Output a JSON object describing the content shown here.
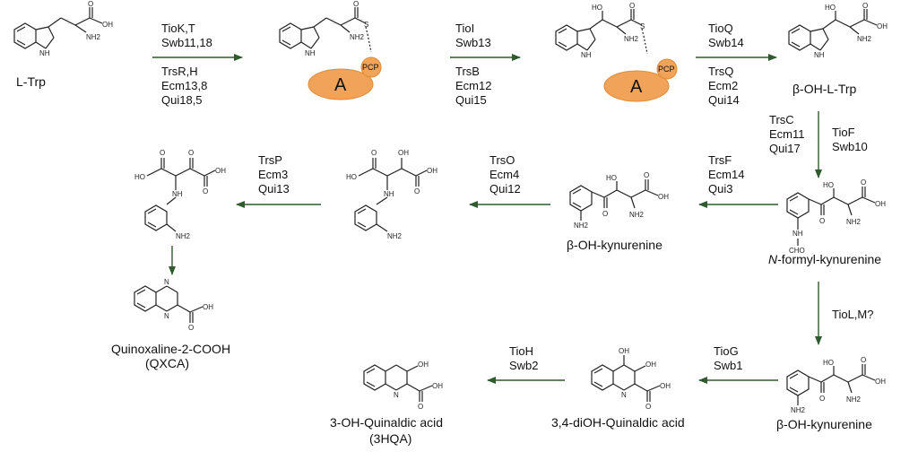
{
  "compounds": {
    "ltrp": "L-Trp",
    "bohltrp": "β-OH-L-Trp",
    "nformyl_italic": "N",
    "nformyl_rest": "-formyl-kynurenine",
    "bohkyn1": "β-OH-kynurenine",
    "bohkyn2": "β-OH-kynurenine",
    "qxca1": "Quinoxaline-2-COOH",
    "qxca2": "(QXCA)",
    "diohqa": "3,4-diOH-Quinaldic acid",
    "hqa1": "3-OH-Quinaldic  acid",
    "hqa2": "(3HQA)"
  },
  "carrier": {
    "domain": "A",
    "pcp": "PCP"
  },
  "atoms": {
    "nh": "NH",
    "h": "H",
    "n": "N",
    "nh2": "NH2",
    "oh": "OH",
    "ho": "HO",
    "o": "O",
    "s": "S",
    "cho": "CHO"
  },
  "enzymes": {
    "s1_top": [
      "TioK,T",
      "Swb11,18"
    ],
    "s1_bot": [
      "TrsR,H",
      "Ecm13,8",
      "Qui18,5"
    ],
    "s2_top": [
      "TioI",
      "Swb13"
    ],
    "s2_bot": [
      "TrsB",
      "Ecm12",
      "Qui15"
    ],
    "s3_top": [
      "TioQ",
      "Swb14"
    ],
    "s3_bot": [
      "TrsQ",
      "Ecm2",
      "Qui14"
    ],
    "s4_left": [
      "TrsC",
      "Ecm11",
      "Qui17"
    ],
    "s4_right": [
      "TioF",
      "Swb10"
    ],
    "s5": [
      "TrsF",
      "Ecm14",
      "Qui3"
    ],
    "s6": [
      "TrsO",
      "Ecm4",
      "Qui12"
    ],
    "s7": [
      "TrsP",
      "Ecm3",
      "Qui13"
    ],
    "s8": [
      "TioL,M?"
    ],
    "s9": [
      "TioG",
      "Swb1"
    ],
    "s10": [
      "TioH",
      "Swb2"
    ]
  }
}
